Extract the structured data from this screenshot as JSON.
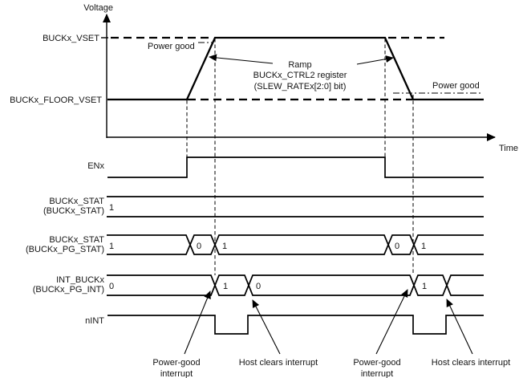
{
  "colors": {
    "ink": "#000000",
    "background": "#ffffff"
  },
  "axes": {
    "y_label": "Voltage",
    "x_label": "Time"
  },
  "voltage_plot": {
    "vset_label": "BUCKx_VSET",
    "floor_label": "BUCKx_FLOOR_VSET",
    "power_good_rise_label": "Power good",
    "power_good_fall_label": "Power good",
    "ramp_note": [
      "Ramp",
      "BUCKx_CTRL2 register",
      "(SLEW_RATEx[2:0] bit)"
    ]
  },
  "signals": {
    "enx": {
      "label": "ENx"
    },
    "buckx_stat": {
      "label": "BUCKx_STAT",
      "register": "(BUCKx_STAT)",
      "initial_value": "1"
    },
    "buckx_pg_stat": {
      "label": "BUCKx_STAT",
      "register": "(BUCKx_PG_STAT)",
      "initial_value": "1",
      "values": [
        "0",
        "1",
        "0",
        "1"
      ]
    },
    "int_buckx": {
      "label": "INT_BUCKx",
      "register": "(BUCKx_PG_INT)",
      "initial_value": "0",
      "values": [
        "1",
        "0",
        "1"
      ]
    },
    "nint": {
      "label": "nINT"
    }
  },
  "annotations": {
    "power_good_interrupt_1": [
      "Power-good",
      "interrupt"
    ],
    "host_clears_interrupt_1": "Host clears interrupt",
    "power_good_interrupt_2": [
      "Power-good",
      "interrupt"
    ],
    "host_clears_interrupt_2": "Host clears interrupt"
  }
}
